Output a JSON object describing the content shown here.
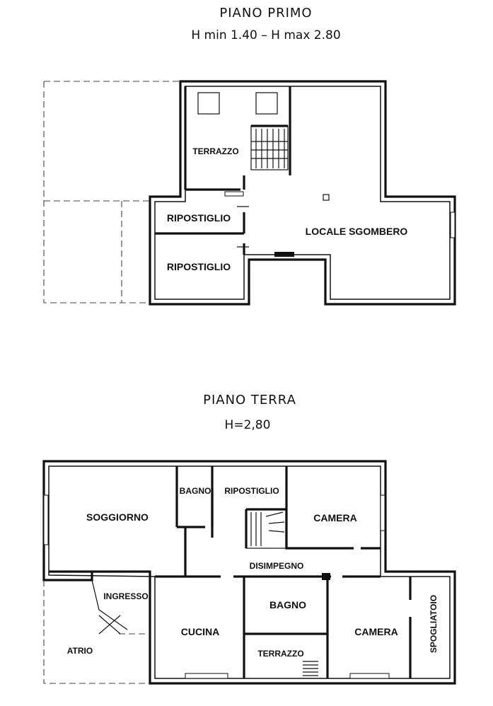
{
  "upper_floor": {
    "title": "PIANO PRIMO",
    "height_note": "H min 1.40 – H max 2.80",
    "rooms": {
      "terrazzo": "TERRAZZO",
      "ripostiglio_1": "RIPOSTIGLIO",
      "ripostiglio_2": "RIPOSTIGLIO",
      "locale_sgombero": "LOCALE SGOMBERO"
    }
  },
  "ground_floor": {
    "title": "PIANO TERRA",
    "height_note": "H=2,80",
    "rooms": {
      "soggiorno": "SOGGIORNO",
      "bagno_top": "BAGNO",
      "ripostiglio": "RIPOSTIGLIO",
      "camera_top": "CAMERA",
      "disimpegno": "DISIMPEGNO",
      "ingresso": "INGRESSO",
      "atrio": "ATRIO",
      "cucina": "CUCINA",
      "bagno": "BAGNO",
      "camera_bottom": "CAMERA",
      "spogliatoio": "SPOGLIATOIO",
      "terrazzo": "TERRAZZO"
    }
  }
}
